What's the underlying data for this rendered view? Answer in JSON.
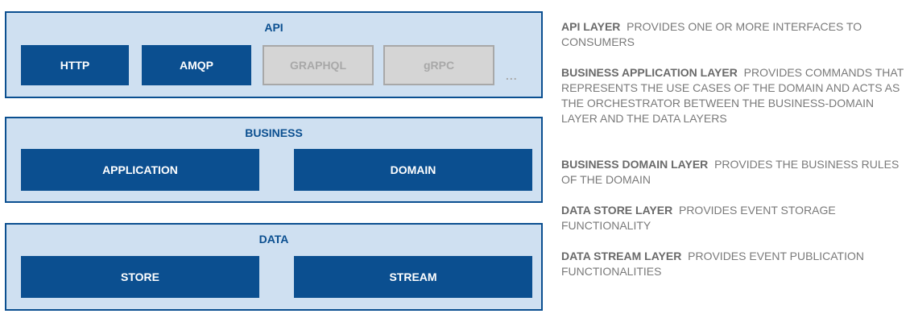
{
  "layers": {
    "api": {
      "title": "API",
      "boxes": [
        "HTTP",
        "AMQP"
      ],
      "disabled_boxes": [
        "GRAPHQL",
        "gRPC"
      ],
      "ellipsis": "..."
    },
    "business": {
      "title": "BUSINESS",
      "boxes": [
        "APPLICATION",
        "DOMAIN"
      ]
    },
    "data": {
      "title": "DATA",
      "boxes": [
        "STORE",
        "STREAM"
      ]
    }
  },
  "descriptions": [
    {
      "term": "API LAYER",
      "text": "PROVIDES ONE OR MORE INTERFACES TO CONSUMERS"
    },
    {
      "term": "BUSINESS APPLICATION LAYER",
      "text": "PROVIDES COMMANDS THAT REPRESENTS THE USE CASES OF THE DOMAIN AND ACTS AS THE ORCHESTRATOR BETWEEN THE BUSINESS-DOMAIN LAYER AND THE DATA LAYERS"
    },
    {
      "term": "BUSINESS DOMAIN LAYER",
      "text": "PROVIDES THE BUSINESS RULES OF THE DOMAIN"
    },
    {
      "term": "DATA STORE LAYER",
      "text": "PROVIDES EVENT STORAGE FUNCTIONALITY"
    },
    {
      "term": "DATA STREAM LAYER",
      "text": "PROVIDES EVENT PUBLICATION FUNCTIONALITIES"
    }
  ],
  "colors": {
    "layer_fill": "#cfe0f1",
    "primary": "#0b4f90",
    "disabled_fill": "#d5d5d5",
    "disabled_text": "#a8a8a8",
    "description_text": "#7a7a7a"
  }
}
